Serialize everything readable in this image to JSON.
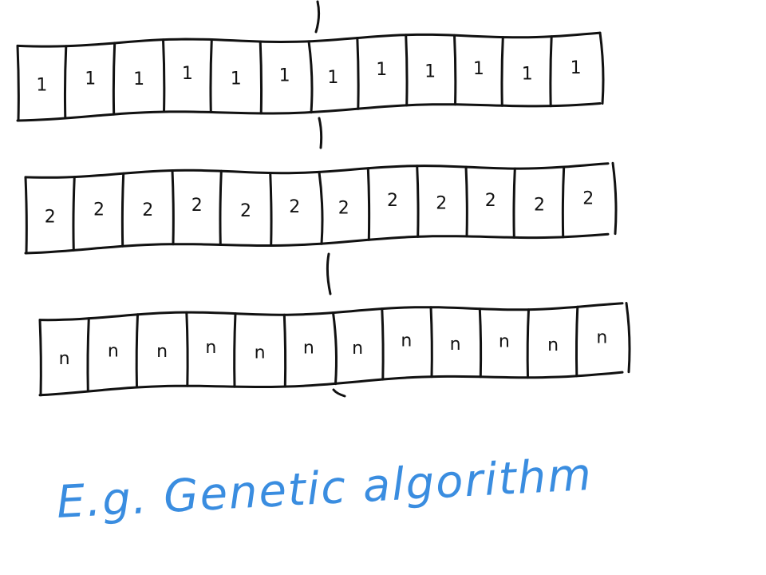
{
  "diagram": {
    "ink_color": "#111111",
    "caption_color": "#3a8de0",
    "chromosomes": [
      {
        "genes": [
          "1",
          "1",
          "1",
          "1",
          "1",
          "1",
          "1",
          "1",
          "1",
          "1",
          "1",
          "1"
        ]
      },
      {
        "genes": [
          "2",
          "2",
          "2",
          "2",
          "2",
          "2",
          "2",
          "2",
          "2",
          "2",
          "2",
          "2"
        ]
      },
      {
        "genes": [
          "n",
          "n",
          "n",
          "n",
          "n",
          "n",
          "n",
          "n",
          "n",
          "n",
          "n",
          "n"
        ]
      }
    ],
    "caption": "E.g. Genetic algorithm"
  }
}
